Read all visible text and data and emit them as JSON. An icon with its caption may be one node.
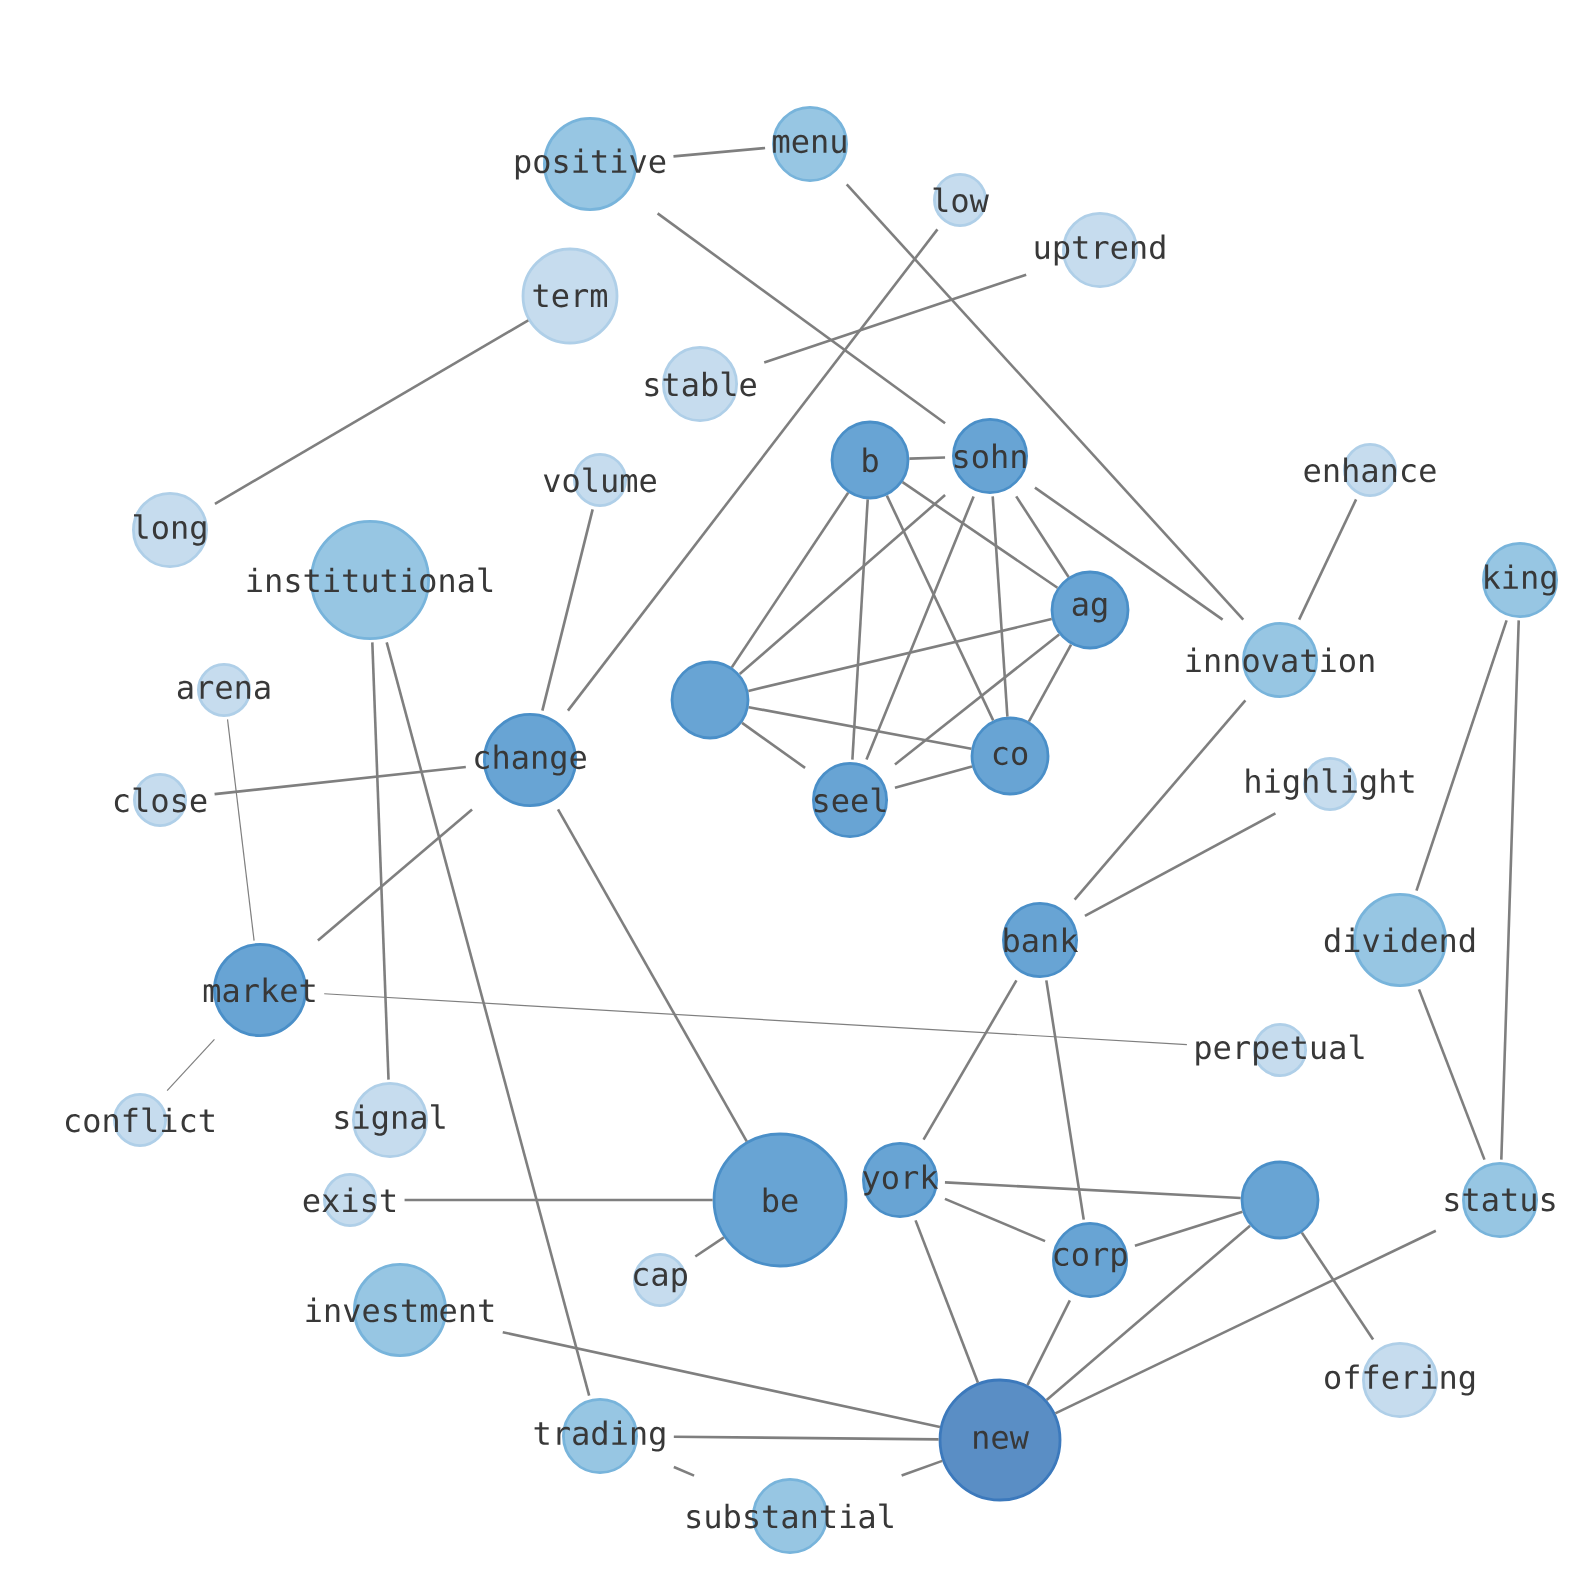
{
  "diagram": {
    "nodes": [
      {
        "text": [
          "positive"
        ]
      },
      {
        "text": [
          "menu"
        ]
      },
      {
        "text": [
          "low"
        ]
      },
      {
        "text": [
          "term"
        ]
      },
      {
        "text": [
          "uptrend"
        ]
      },
      {
        "text": [
          "stable"
        ]
      },
      {
        "text": [
          "volume"
        ]
      },
      {
        "text": [
          "b"
        ]
      },
      {
        "text": [
          "sohn"
        ]
      },
      {
        "text": [
          "enhance"
        ]
      },
      {
        "text": [
          "long"
        ]
      },
      {
        "text": [
          "institutional"
        ]
      },
      {
        "text": [
          "ag"
        ]
      },
      {
        "text": [
          "king"
        ]
      },
      {
        "text": [
          "arena"
        ]
      },
      {
        "text": [
          "highlight"
        ]
      },
      {
        "text": [
          "innovation"
        ]
      },
      {
        "text": [
          "change"
        ]
      },
      {
        "text": [],
        "shape": "circle"
      },
      {
        "text": [
          "seel"
        ]
      },
      {
        "text": [
          "close"
        ]
      },
      {
        "text": [
          "co"
        ]
      },
      {
        "text": [
          "corp"
        ]
      },
      {
        "text": [],
        "shape": "circle"
      },
      {
        "text": [
          "dividend"
        ]
      },
      {
        "text": [
          "market"
        ]
      },
      {
        "text": [
          "status"
        ]
      },
      {
        "text": [
          "perpetual"
        ]
      },
      {
        "text": [
          "conflict"
        ]
      },
      {
        "text": [
          "signal"
        ]
      },
      {
        "text": [
          "york"
        ]
      },
      {
        "text": [
          "be"
        ]
      },
      {
        "text": [
          "exist"
        ]
      },
      {
        "text": [
          "bank"
        ]
      },
      {
        "text": [
          "cap"
        ]
      },
      {
        "text": [
          "offering"
        ]
      },
      {
        "text": [
          "investment"
        ]
      },
      {
        "text": [
          "trading"
        ]
      },
      {
        "text": [
          "substantial"
        ]
      },
      {
        "text": [
          "new"
        ]
      }
    ],
    "edges": [
      {
        "from": 0,
        "to": 1,
        "arrow": "none"
      },
      {
        "from": 0,
        "to": 8,
        "arrow": "none"
      },
      {
        "from": 10,
        "to": 3,
        "arrow": "none"
      },
      {
        "from": 5,
        "to": 4,
        "arrow": "none"
      },
      {
        "from": 1,
        "to": 16,
        "arrow": "none"
      },
      {
        "from": 8,
        "to": 16,
        "arrow": "none"
      },
      {
        "from": 17,
        "to": 2,
        "arrow": "none"
      },
      {
        "from": 6,
        "to": 17,
        "arrow": "none"
      },
      {
        "from": 11,
        "to": 29,
        "arrow": "none"
      },
      {
        "from": 11,
        "to": 37,
        "arrow": "none"
      },
      {
        "from": 17,
        "to": 20,
        "arrow": "none"
      },
      {
        "from": 17,
        "to": 25,
        "arrow": "none"
      },
      {
        "from": 25,
        "to": 14,
        "arrow": "none"
      },
      {
        "from": 25,
        "to": 28,
        "arrow": "none"
      },
      {
        "from": 25,
        "to": 27,
        "arrow": "none"
      },
      {
        "from": 17,
        "to": 31,
        "arrow": "none"
      },
      {
        "from": 31,
        "to": 34,
        "arrow": "none"
      },
      {
        "from": 32,
        "to": 31,
        "arrow": "none"
      },
      {
        "from": 7,
        "to": 8,
        "arrow": "none"
      },
      {
        "from": 7,
        "to": 12,
        "arrow": "none"
      },
      {
        "from": 7,
        "to": 18,
        "arrow": "none"
      },
      {
        "from": 7,
        "to": 19,
        "arrow": "none"
      },
      {
        "from": 7,
        "to": 21,
        "arrow": "none"
      },
      {
        "from": 8,
        "to": 12,
        "arrow": "none"
      },
      {
        "from": 8,
        "to": 18,
        "arrow": "none"
      },
      {
        "from": 8,
        "to": 19,
        "arrow": "none"
      },
      {
        "from": 8,
        "to": 21,
        "arrow": "none"
      },
      {
        "from": 12,
        "to": 18,
        "arrow": "none"
      },
      {
        "from": 12,
        "to": 19,
        "arrow": "none"
      },
      {
        "from": 12,
        "to": 21,
        "arrow": "none"
      },
      {
        "from": 18,
        "to": 19,
        "arrow": "none"
      },
      {
        "from": 18,
        "to": 21,
        "arrow": "none"
      },
      {
        "from": 19,
        "to": 21,
        "arrow": "none"
      },
      {
        "from": 9,
        "to": 16,
        "arrow": "none"
      },
      {
        "from": 16,
        "to": 33,
        "arrow": "none"
      },
      {
        "from": 15,
        "to": 33,
        "arrow": "none"
      },
      {
        "from": 13,
        "to": 24,
        "arrow": "none"
      },
      {
        "from": 13,
        "to": 26,
        "arrow": "none"
      },
      {
        "from": 24,
        "to": 26,
        "arrow": "none"
      },
      {
        "from": 30,
        "to": 22,
        "arrow": "none"
      },
      {
        "from": 30,
        "to": 23,
        "arrow": "none"
      },
      {
        "from": 22,
        "to": 23,
        "arrow": "none"
      },
      {
        "from": 30,
        "to": 39,
        "arrow": "none"
      },
      {
        "from": 30,
        "to": 33,
        "arrow": "none"
      },
      {
        "from": 22,
        "to": 39,
        "arrow": "none"
      },
      {
        "from": 22,
        "to": 33,
        "arrow": "none"
      },
      {
        "from": 23,
        "to": 39,
        "arrow": "none"
      },
      {
        "from": 23,
        "to": 35,
        "arrow": "none"
      },
      {
        "from": 26,
        "to": 39,
        "arrow": "none"
      },
      {
        "from": 36,
        "to": 39,
        "arrow": "none"
      },
      {
        "from": 37,
        "to": 39,
        "arrow": "none"
      },
      {
        "from": 38,
        "to": 39,
        "arrow": "none"
      },
      {
        "from": 37,
        "to": 38,
        "arrow": "none"
      }
    ]
  }
}
